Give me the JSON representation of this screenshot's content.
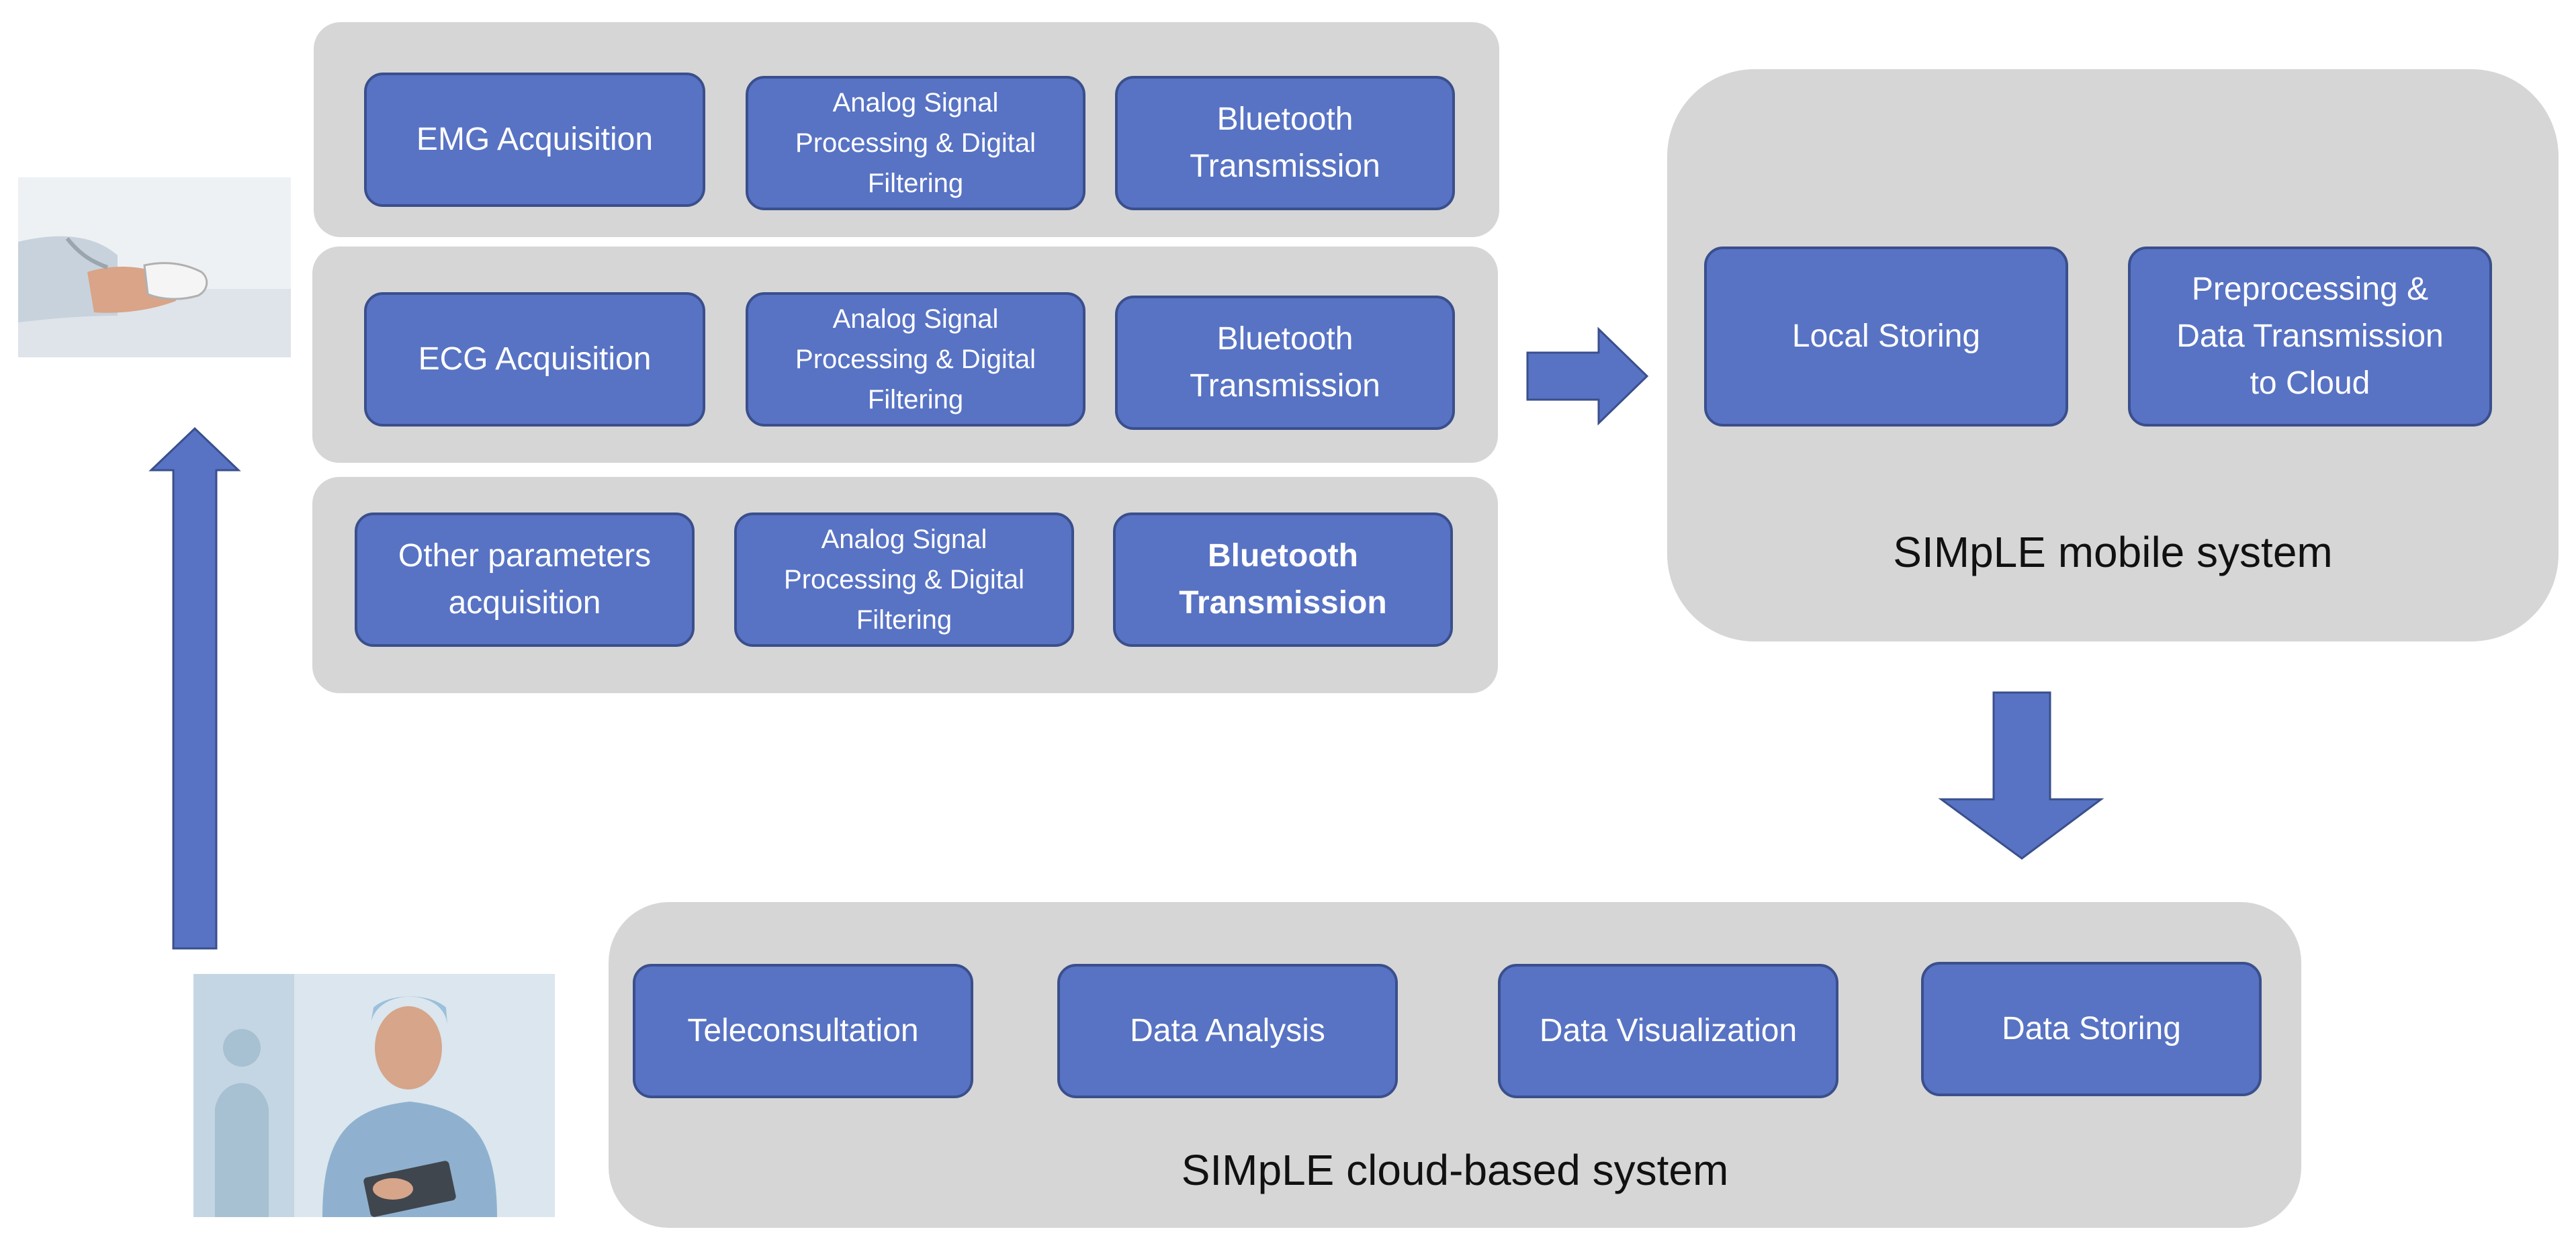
{
  "acquisition": {
    "rows": [
      {
        "acquisition": "EMG Acquisition",
        "processing": "Analog Signal\nProcessing & Digital\nFiltering",
        "transmission": "Bluetooth\nTransmission"
      },
      {
        "acquisition": "ECG Acquisition",
        "processing": "Analog Signal\nProcessing & Digital\nFiltering",
        "transmission": "Bluetooth\nTransmission"
      },
      {
        "acquisition": "Other parameters\nacquisition",
        "processing": "Analog Signal\nProcessing & Digital\nFiltering",
        "transmission": "Bluetooth\nTransmission"
      }
    ]
  },
  "mobile_system": {
    "label": "SIMpLE mobile system",
    "nodes": [
      "Local Storing",
      "Preprocessing &\nData Transmission\nto Cloud"
    ]
  },
  "cloud_system": {
    "label": "SIMpLE cloud-based system",
    "nodes": [
      "Teleconsultation",
      "Data Analysis",
      "Data Visualization",
      "Data Storing"
    ]
  },
  "images": {
    "patient": "patient-hand-with-pulse-oximeter",
    "doctor": "doctor-with-tablet"
  },
  "colors": {
    "node_fill": "#5873c4",
    "node_border": "#3a4f8c",
    "panel_fill": "#d6d6d6",
    "arrow_fill": "#5873c4"
  }
}
